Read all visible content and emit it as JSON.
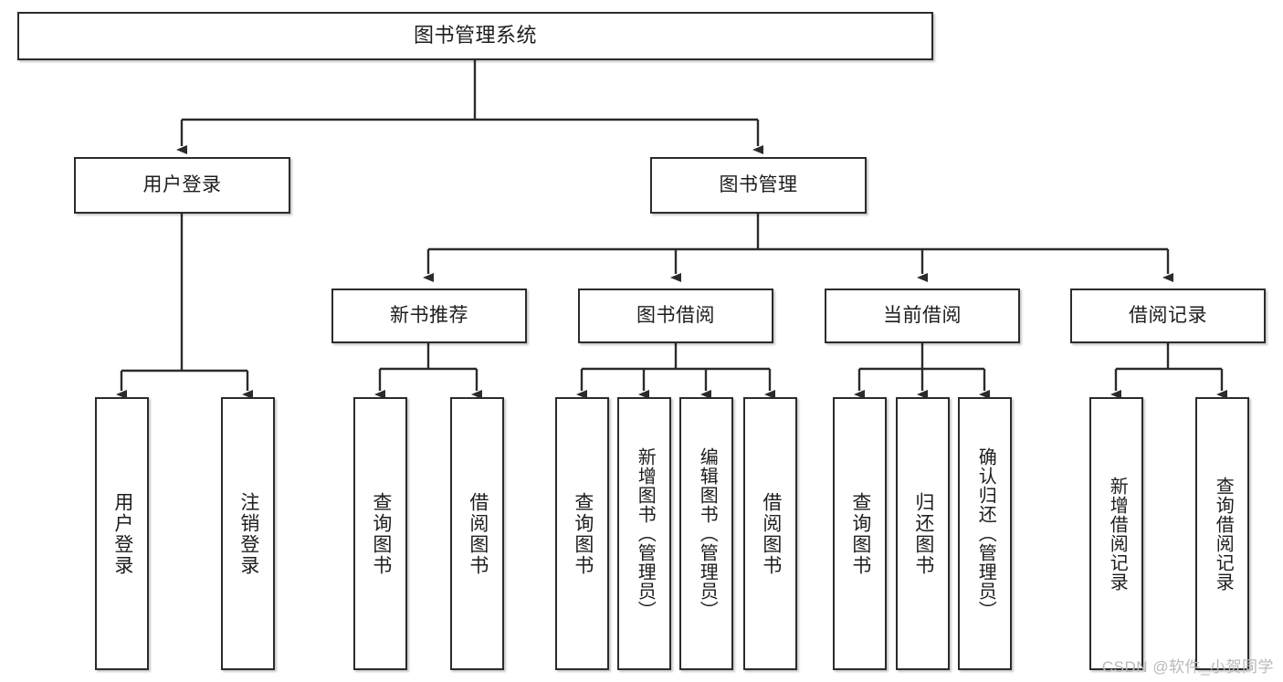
{
  "diagram": {
    "title": "图书管理系统",
    "type": "tree",
    "orientation": "top-down",
    "line_color": "#2b2b2b",
    "box_fill": "#ffffff",
    "text_color": "#1d1d1d"
  },
  "root": {
    "label": "图书管理系统"
  },
  "level2": [
    {
      "label": "用户登录"
    },
    {
      "label": "图书管理"
    }
  ],
  "level3": [
    {
      "label": "新书推荐"
    },
    {
      "label": "图书借阅"
    },
    {
      "label": "当前借阅"
    },
    {
      "label": "借阅记录"
    }
  ],
  "leaves": {
    "user_login": [
      {
        "label": "用户登录"
      },
      {
        "label": "注销登录"
      }
    ],
    "new_book_recommend": [
      {
        "label": "查询图书"
      },
      {
        "label": "借阅图书"
      }
    ],
    "book_borrow": [
      {
        "label": "查询图书"
      },
      {
        "label": "新增图书（管理员）"
      },
      {
        "label": "编辑图书（管理员）"
      },
      {
        "label": "借阅图书"
      }
    ],
    "current_borrow": [
      {
        "label": "查询图书"
      },
      {
        "label": "归还图书"
      },
      {
        "label": "确认归还（管理员）"
      }
    ],
    "borrow_record": [
      {
        "label": "新增借阅记录"
      },
      {
        "label": "查询借阅记录"
      }
    ]
  },
  "watermark": {
    "text": "CSDN @软件_小贺同学"
  }
}
